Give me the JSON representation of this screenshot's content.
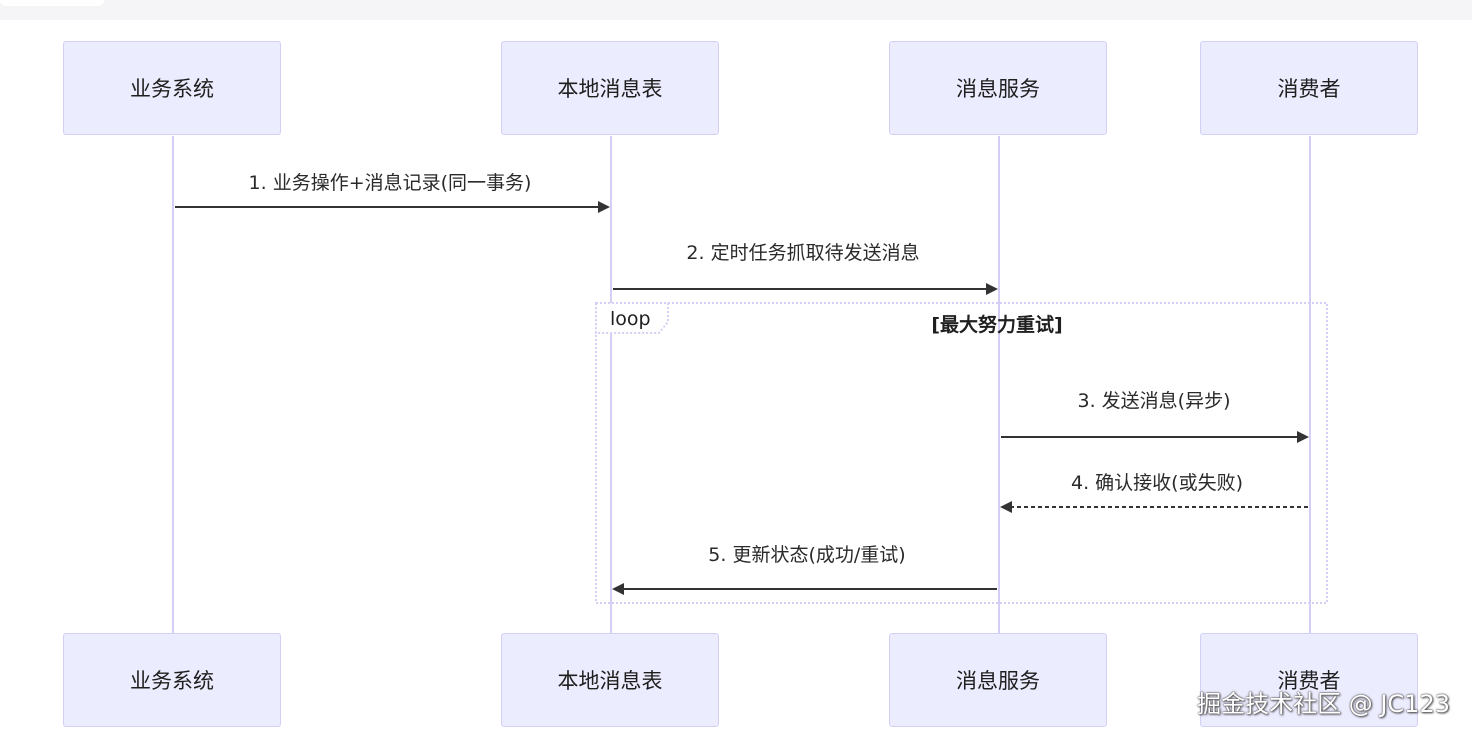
{
  "participants": [
    {
      "name": "业务系统"
    },
    {
      "name": "本地消息表"
    },
    {
      "name": "消息服务"
    },
    {
      "name": "消费者"
    }
  ],
  "messages": [
    {
      "label": "1. 业务操作+消息记录(同一事务)",
      "style": "solid"
    },
    {
      "label": "2. 定时任务抓取待发送消息",
      "style": "solid"
    },
    {
      "label": "3. 发送消息(异步)",
      "style": "solid"
    },
    {
      "label": "4. 确认接收(或失败)",
      "style": "dashed"
    },
    {
      "label": "5. 更新状态(成功/重试)",
      "style": "solid"
    }
  ],
  "loop": {
    "keyword": "loop",
    "condition": "[最大努力重试]"
  },
  "watermark": "掘金技术社区 @ JC123",
  "colors": {
    "actor_fill": "#ececff",
    "actor_border": "#d4d0f5",
    "lifeline": "#d4d0f5",
    "arrow": "#333333",
    "loop_border": "#d4d0f5"
  }
}
